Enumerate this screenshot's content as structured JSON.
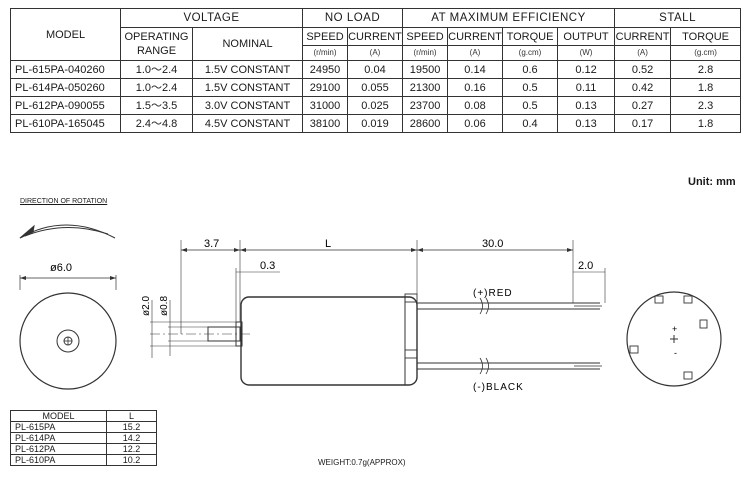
{
  "spec_table": {
    "headers": {
      "model": "MODEL",
      "voltage": "VOLTAGE",
      "no_load": "NO LOAD",
      "max_eff": "AT MAXIMUM EFFICIENCY",
      "stall": "STALL",
      "operating_range": "OPERATING RANGE",
      "nominal": "NOMINAL",
      "speed": "SPEED",
      "current": "CURRENT",
      "torque": "TORQUE",
      "output": "OUTPUT",
      "unit_rmin": "(r/min)",
      "unit_a": "(A)",
      "unit_gcm": "(g.cm)",
      "unit_w": "(W)"
    },
    "rows": [
      {
        "model": "PL-615PA-040260",
        "range": "1.0～2.4",
        "nominal": "1.5V CONSTANT",
        "nl_speed": "24950",
        "nl_current": "0.04",
        "me_speed": "19500",
        "me_current": "0.14",
        "me_torque": "0.6",
        "me_output": "0.12",
        "st_current": "0.52",
        "st_torque": "2.8"
      },
      {
        "model": "PL-614PA-050260",
        "range": "1.0～2.4",
        "nominal": "1.5V CONSTANT",
        "nl_speed": "29100",
        "nl_current": "0.055",
        "me_speed": "21300",
        "me_current": "0.16",
        "me_torque": "0.5",
        "me_output": "0.11",
        "st_current": "0.42",
        "st_torque": "1.8"
      },
      {
        "model": "PL-612PA-090055",
        "range": "1.5～3.5",
        "nominal": "3.0V CONSTANT",
        "nl_speed": "31000",
        "nl_current": "0.025",
        "me_speed": "23700",
        "me_current": "0.08",
        "me_torque": "0.5",
        "me_output": "0.13",
        "st_current": "0.27",
        "st_torque": "2.3"
      },
      {
        "model": "PL-610PA-165045",
        "range": "2.4～4.8",
        "nominal": "4.5V CONSTANT",
        "nl_speed": "38100",
        "nl_current": "0.019",
        "me_speed": "28600",
        "me_current": "0.06",
        "me_torque": "0.4",
        "me_output": "0.13",
        "st_current": "0.17",
        "st_torque": "1.8"
      }
    ]
  },
  "unit_label": "Unit: mm",
  "drawing": {
    "direction_label": "DIRECTION OF ROTATION",
    "dia_body": "ø6.0",
    "dim_shaft_len": "3.7",
    "dim_L": "L",
    "dim_lead": "30.0",
    "dim_gap": "0.3",
    "dim_strip": "2.0",
    "dia_boss": "ø2.0",
    "dia_shaft": "ø0.8",
    "red_lead": "(+)RED",
    "black_lead": "(-)BLACK"
  },
  "length_table": {
    "header_model": "MODEL",
    "header_l": "L",
    "rows": [
      {
        "model": "PL-615PA",
        "l": "15.2"
      },
      {
        "model": "PL-614PA",
        "l": "14.2"
      },
      {
        "model": "PL-612PA",
        "l": "12.2"
      },
      {
        "model": "PL-610PA",
        "l": "10.2"
      }
    ]
  },
  "weight": "WEIGHT:0.7g(APPROX)"
}
